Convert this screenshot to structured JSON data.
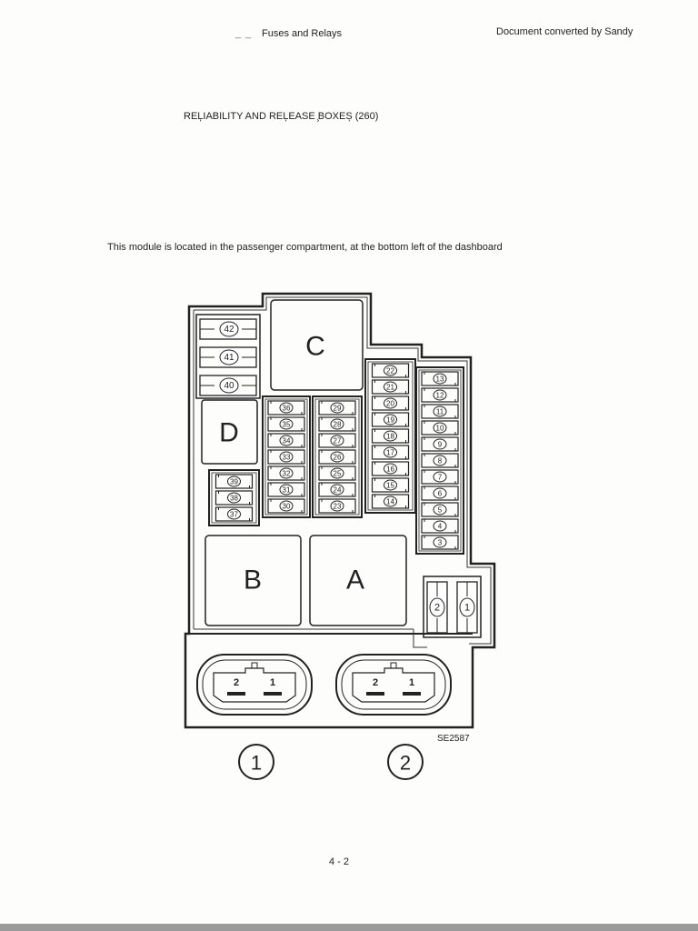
{
  "header": {
    "dashes": "_ _",
    "left": "Fuses and Relays",
    "right": "Document converted by Sandy"
  },
  "title": "REĻIABILITY AND REĻEASE ̧BOXEȘ (260)",
  "description": "This module is located in the passenger compartment, at the bottom left of the dashboard",
  "diagram": {
    "code": "SE2587",
    "relays": [
      "A",
      "B",
      "C",
      "D"
    ],
    "fuses_top_left": [
      "42",
      "41",
      "40"
    ],
    "fuses_col_small": [
      "39",
      "38",
      "37"
    ],
    "fuses_col_a": [
      "36",
      "35",
      "34",
      "33",
      "32",
      "31",
      "30"
    ],
    "fuses_col_b": [
      "29",
      "28",
      "27",
      "26",
      "25",
      "24",
      "23"
    ],
    "fuses_col_c": [
      "22",
      "21",
      "20",
      "19",
      "18",
      "17",
      "16",
      "15",
      "14"
    ],
    "fuses_col_d": [
      "13",
      "12",
      "11",
      "10",
      "9",
      "8",
      "7",
      "6",
      "5",
      "4",
      "3"
    ],
    "fuses_large": [
      "2",
      "1"
    ],
    "connector_pins": [
      "2",
      "1"
    ],
    "connectors": [
      "1",
      "2"
    ]
  },
  "page_number": "4 - 2"
}
